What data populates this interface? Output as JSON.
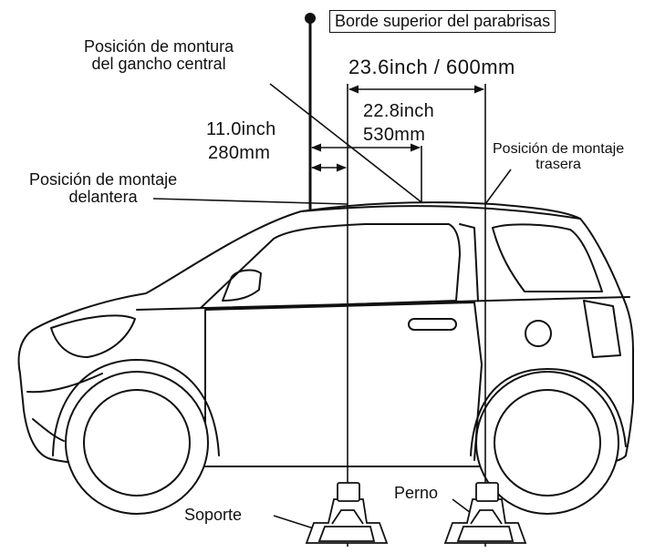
{
  "labels": {
    "windshield_top": "Borde superior del parabrisas",
    "center_hook_line1": "Posición de montura",
    "center_hook_line2": "del gancho central",
    "front_mount_line1": "Posición de montaje",
    "front_mount_line2": "delantera",
    "rear_mount_line1": "Posición de montaje",
    "rear_mount_line2": "trasera",
    "support": "Soporte",
    "bolt": "Perno"
  },
  "dimensions": {
    "total": "23.6inch / 600mm",
    "mid_in": "22.8inch",
    "mid_mm": "530mm",
    "short_in": "11.0inch",
    "short_mm": "280mm"
  }
}
